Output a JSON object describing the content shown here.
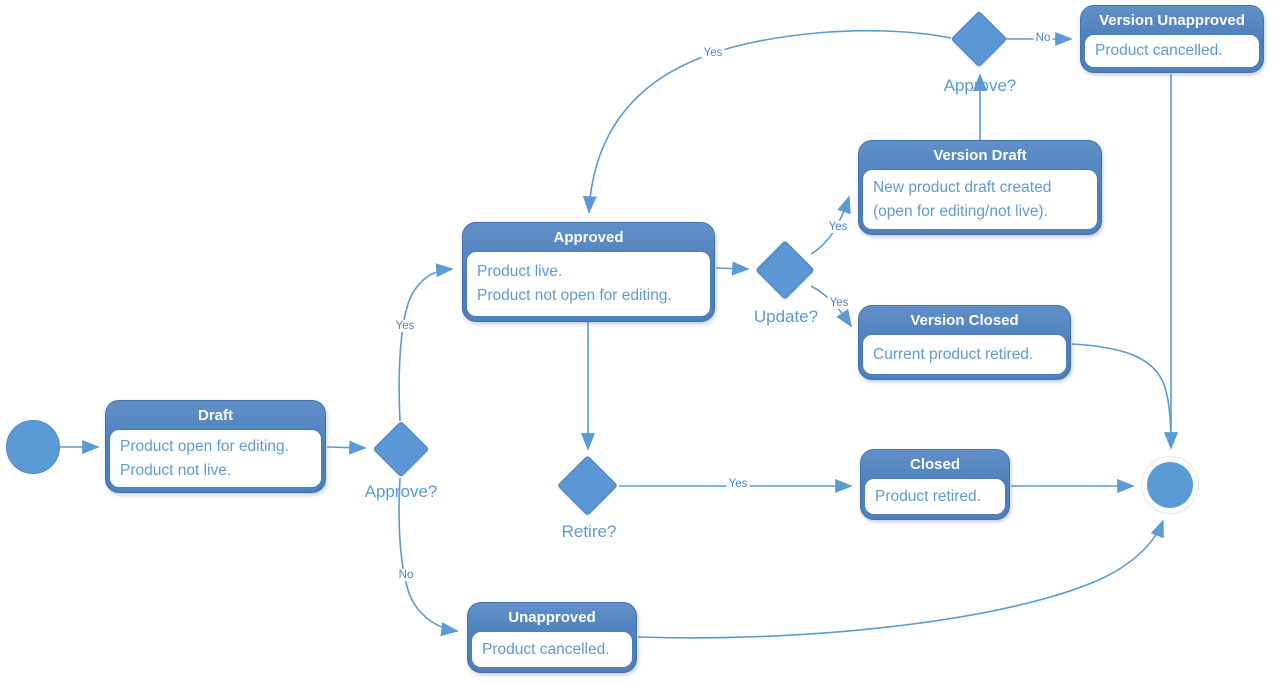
{
  "colors": {
    "node_header_fill": "#4b7ebc",
    "node_border": "#4273ae",
    "diamond_fill": "#5b97d5",
    "connector": "#5b9bd5",
    "body_text": "#629ad3",
    "title_text": "#ffffff"
  },
  "states": {
    "draft": {
      "title": "Draft",
      "body": [
        "Product open for editing.",
        "Product not live."
      ]
    },
    "approved": {
      "title": "Approved",
      "body": [
        "Product live.",
        "Product not open for editing."
      ]
    },
    "version_draft": {
      "title": "Version Draft",
      "body": [
        "New product draft created",
        "(open for editing/not live)."
      ]
    },
    "version_closed": {
      "title": "Version Closed",
      "body": [
        "Current product retired."
      ]
    },
    "version_unapproved": {
      "title": "Version Unapproved",
      "body": [
        "Product cancelled."
      ]
    },
    "closed": {
      "title": "Closed",
      "body": [
        "Product retired."
      ]
    },
    "unapproved": {
      "title": "Unapproved",
      "body": [
        "Product cancelled."
      ]
    }
  },
  "decisions": {
    "approve_initial": "Approve?",
    "update": "Update?",
    "approve_version": "Approve?",
    "retire": "Retire?"
  },
  "edge_labels": {
    "approve_initial_yes": "Yes",
    "approve_initial_no": "No",
    "update_yes_draft": "Yes",
    "update_yes_closed": "Yes",
    "approve_version_yes": "Yes",
    "approve_version_no": "No",
    "retire_yes": "Yes"
  }
}
